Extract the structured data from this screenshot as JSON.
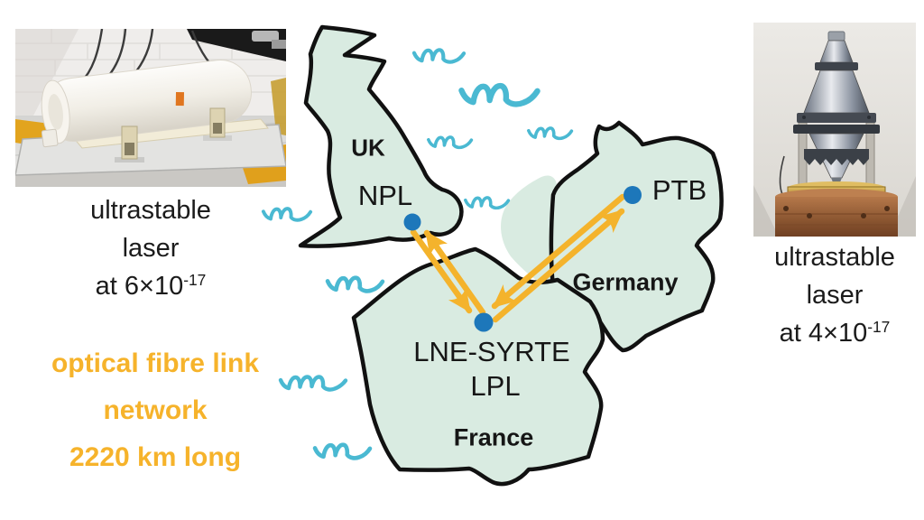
{
  "figure": {
    "kind": "optical-fibre-link-network-illustration"
  },
  "map": {
    "uk": {
      "country": "UK",
      "lab": "NPL"
    },
    "france": {
      "country": "France",
      "lab1": "LNE-SYRTE",
      "lab2": "LPL"
    },
    "germany": {
      "country": "Germany",
      "lab": "PTB"
    }
  },
  "captions": {
    "left": {
      "line1": "ultrastable",
      "line2": "laser",
      "line3_base": "at 6×10",
      "line3_exp": "-17"
    },
    "right": {
      "line1": "ultrastable",
      "line2": "laser",
      "line3_base": "at 4×10",
      "line3_exp": "-17"
    }
  },
  "network_caption": {
    "line1": "optical fibre link",
    "line2": "network",
    "line3": "2220 km long"
  },
  "icons": {
    "wave": "sea-wave-icon",
    "arrow": "bidirectional-fibre-link-arrow",
    "node": "laboratory-node-dot"
  },
  "colors": {
    "map_fill": "#d9ebe1",
    "map_outline": "#111111",
    "arrow_yellow": "#f4b32c",
    "node_blue": "#1d77ba",
    "wave_teal": "#4ab9d2",
    "highlight_text": "#f6b32b",
    "caption_text": "#1b1b1b"
  }
}
